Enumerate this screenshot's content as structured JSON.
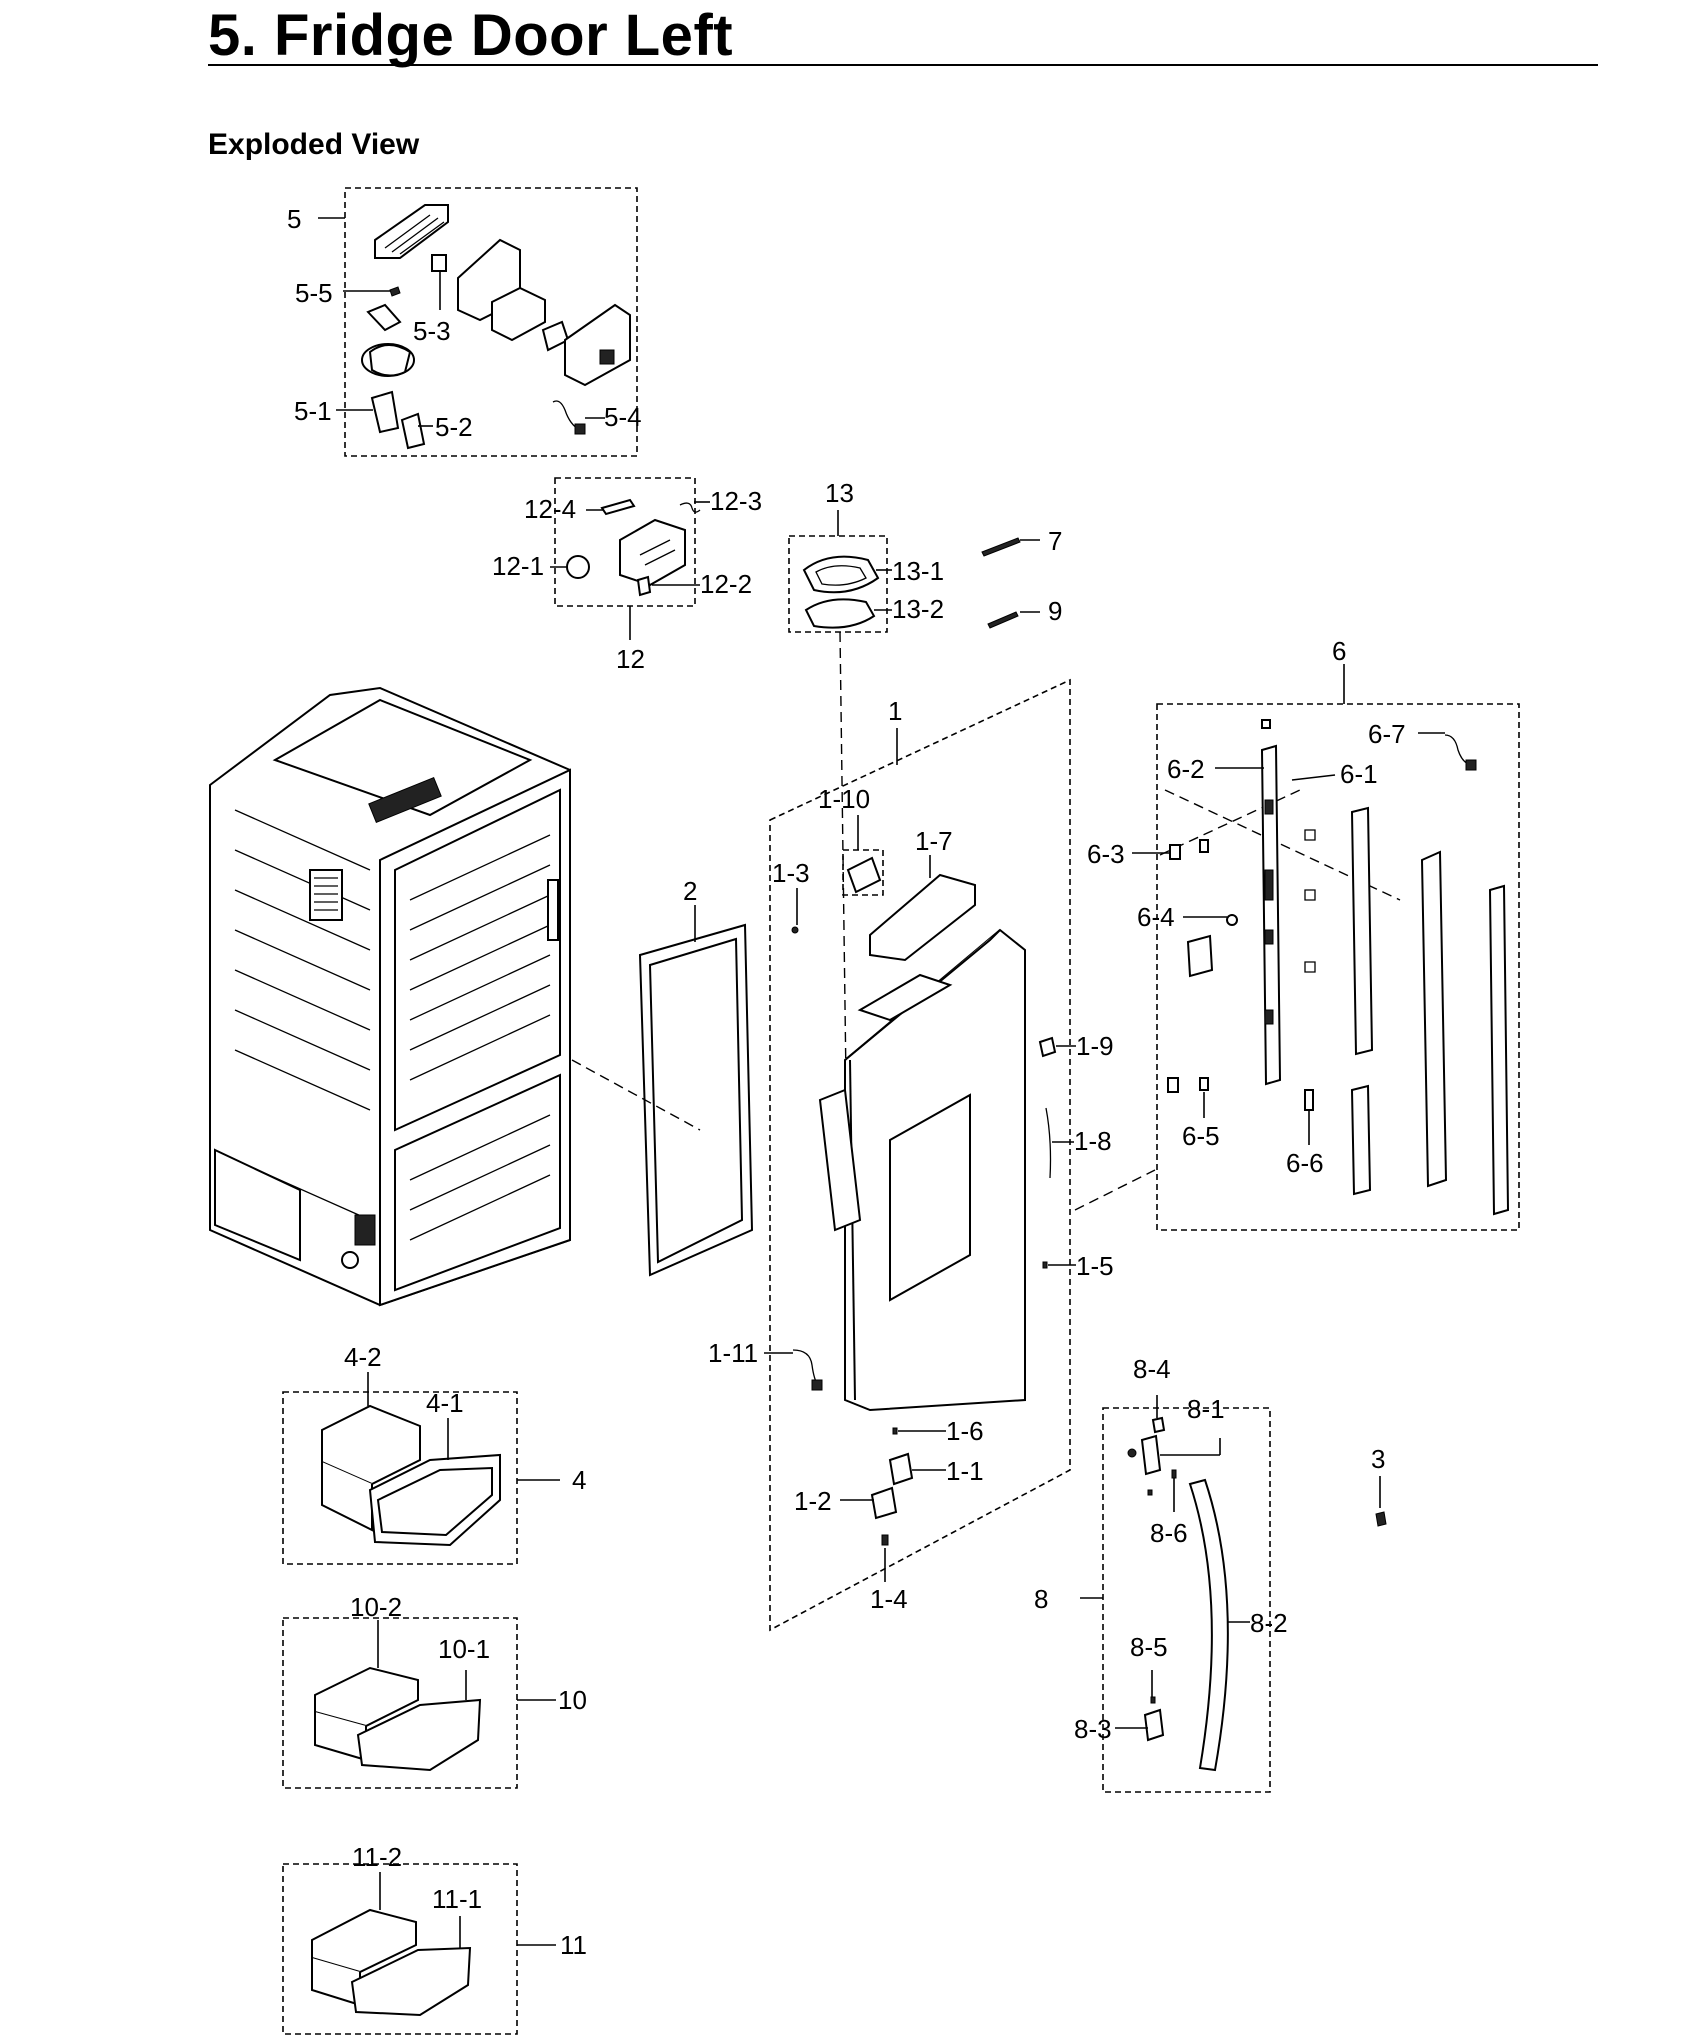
{
  "header": {
    "title": "5.  Fridge Door Left",
    "subtitle": "Exploded View"
  },
  "labels": {
    "l5": "5",
    "l5_5": "5-5",
    "l5_3": "5-3",
    "l5_1": "5-1",
    "l5_2": "5-2",
    "l5_4": "5-4",
    "l12_4": "12-4",
    "l12_3": "12-3",
    "l12_1": "12-1",
    "l12_2": "12-2",
    "l12": "12",
    "l13": "13",
    "l13_1": "13-1",
    "l13_2": "13-2",
    "l7": "7",
    "l9": "9",
    "l1": "1",
    "l1_10": "1-10",
    "l1_7": "1-7",
    "l1_3": "1-3",
    "l1_9": "1-9",
    "l1_8": "1-8",
    "l1_5": "1-5",
    "l1_11": "1-11",
    "l1_6": "1-6",
    "l1_1": "1-1",
    "l1_2": "1-2",
    "l1_4": "1-4",
    "l2": "2",
    "l6": "6",
    "l6_7": "6-7",
    "l6_2": "6-2",
    "l6_1": "6-1",
    "l6_3": "6-3",
    "l6_4": "6-4",
    "l6_5": "6-5",
    "l6_6": "6-6",
    "l4_2": "4-2",
    "l4_1": "4-1",
    "l4": "4",
    "l8_4": "8-4",
    "l8_1": "8-1",
    "l8_6": "8-6",
    "l8": "8",
    "l8_2": "8-2",
    "l8_5": "8-5",
    "l8_3": "8-3",
    "l3": "3",
    "l10_2": "10-2",
    "l10_1": "10-1",
    "l10": "10",
    "l11_2": "11-2",
    "l11_1": "11-1",
    "l11": "11"
  }
}
